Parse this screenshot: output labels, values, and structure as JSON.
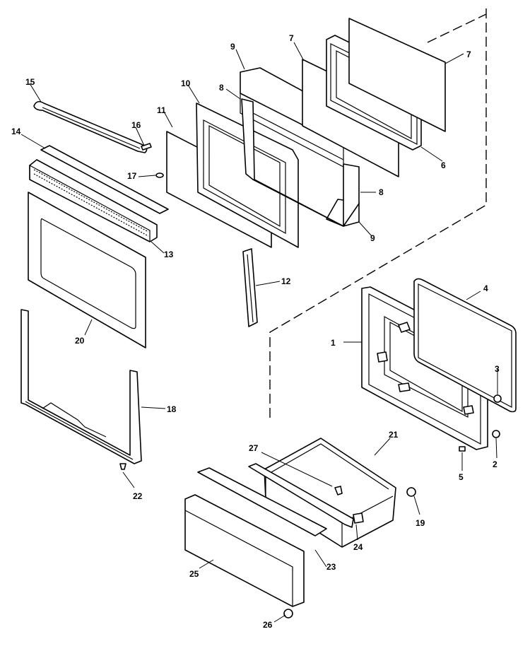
{
  "callouts": [
    {
      "id": "c1",
      "label": "1"
    },
    {
      "id": "c2",
      "label": "2"
    },
    {
      "id": "c3",
      "label": "3"
    },
    {
      "id": "c4",
      "label": "4"
    },
    {
      "id": "c5",
      "label": "5"
    },
    {
      "id": "c6",
      "label": "6"
    },
    {
      "id": "c7a",
      "label": "7"
    },
    {
      "id": "c7b",
      "label": "7"
    },
    {
      "id": "c8a",
      "label": "8"
    },
    {
      "id": "c8b",
      "label": "8"
    },
    {
      "id": "c9a",
      "label": "9"
    },
    {
      "id": "c9b",
      "label": "9"
    },
    {
      "id": "c10",
      "label": "10"
    },
    {
      "id": "c11",
      "label": "11"
    },
    {
      "id": "c12",
      "label": "12"
    },
    {
      "id": "c13",
      "label": "13"
    },
    {
      "id": "c14",
      "label": "14"
    },
    {
      "id": "c15",
      "label": "15"
    },
    {
      "id": "c16",
      "label": "16"
    },
    {
      "id": "c17",
      "label": "17"
    },
    {
      "id": "c18",
      "label": "18"
    },
    {
      "id": "c19",
      "label": "19"
    },
    {
      "id": "c20",
      "label": "20"
    },
    {
      "id": "c21",
      "label": "21"
    },
    {
      "id": "c22",
      "label": "22"
    },
    {
      "id": "c23",
      "label": "23"
    },
    {
      "id": "c24",
      "label": "24"
    },
    {
      "id": "c25",
      "label": "25"
    },
    {
      "id": "c26",
      "label": "26"
    },
    {
      "id": "c27",
      "label": "27"
    }
  ]
}
